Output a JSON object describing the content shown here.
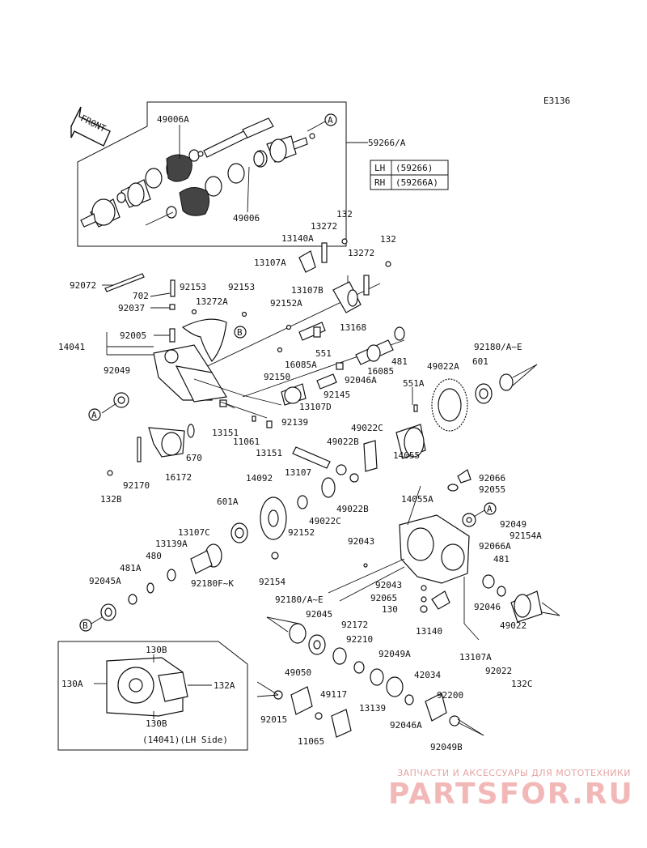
{
  "diagram_code": "E3136",
  "front_label": "FRONT",
  "table": {
    "rows": [
      {
        "side": "LH",
        "part": "(59266)"
      },
      {
        "side": "RH",
        "part": "(59266A)"
      }
    ]
  },
  "callouts": {
    "59266_A": "59266/A",
    "a_top": "A",
    "a_left": "A",
    "a_right": "A",
    "b_sheet": "B",
    "b_low": "B",
    "c49006A": "49006A",
    "c49006": "49006",
    "c132a": "132",
    "c132b": "132",
    "c13272a": "13272",
    "c13272b": "13272",
    "c13272A": "13272A",
    "c13140A": "13140A",
    "c13107A_top": "13107A",
    "c13107B": "13107B",
    "c92072": "92072",
    "c702": "702",
    "c92037": "92037",
    "c92153a": "92153",
    "c92153b": "92153",
    "c92152A": "92152A",
    "c13168": "13168",
    "c14041": "14041",
    "c92005": "92005",
    "c551": "551",
    "c16085A": "16085A",
    "c16085": "16085",
    "c481_top": "481",
    "c92150": "92150",
    "c92046A_mid": "92046A",
    "c92145": "92145",
    "c92049_left": "92049",
    "c13107D": "13107D",
    "c92139": "92139",
    "c13151a": "13151",
    "c13151b": "13151",
    "c11061": "11061",
    "c670": "670",
    "c16172": "16172",
    "c92170": "92170",
    "c132B": "132B",
    "c49022A": "49022A",
    "c601": "601",
    "c92180_AE_top": "92180/A~E",
    "c551A": "551A",
    "c49022C_top": "49022C",
    "c49022B_top": "49022B",
    "c14055": "14055",
    "c13107": "13107",
    "c92066": "92066",
    "c92055": "92055",
    "c14092": "14092",
    "c601A": "601A",
    "c49022C_low": "49022C",
    "c49022B_low": "49022B",
    "c92152": "92152",
    "c14055A": "14055A",
    "c13107C": "13107C",
    "c13139A": "13139A",
    "c480": "480",
    "c481A": "481A",
    "c92180FK": "92180F~K",
    "c92154_left": "92154",
    "c92045A": "92045A",
    "c92049_right": "92049",
    "c92154A": "92154A",
    "c92066A": "92066A",
    "c92043_top": "92043",
    "c481_right": "481",
    "c92043_low": "92043",
    "c92065": "92065",
    "c130": "130",
    "c13140": "13140",
    "c92046": "92046",
    "c49022": "49022",
    "c92180_AE_low": "92180/A~E",
    "c92045": "92045",
    "c92172": "92172",
    "c92210": "92210",
    "c92049A": "92049A",
    "c42034": "42034",
    "c13107A_low": "13107A",
    "c92022": "92022",
    "c132C": "132C",
    "c49050": "49050",
    "c49117": "49117",
    "c92200": "92200",
    "c92015": "92015",
    "c11065": "11065",
    "c13139": "13139",
    "c92046A_low": "92046A",
    "c92049B": "92049B"
  },
  "inset": {
    "c130B_top": "130B",
    "c130A": "130A",
    "c132A": "132A",
    "c130B_low": "130B",
    "caption": "(14041)(LH Side)"
  },
  "watermark": {
    "tagline": "ЗАПЧАСТИ И АКСЕССУАРЫ ДЛЯ МОТОТЕХНИКИ",
    "logo": "PARTSFOR.RU"
  }
}
